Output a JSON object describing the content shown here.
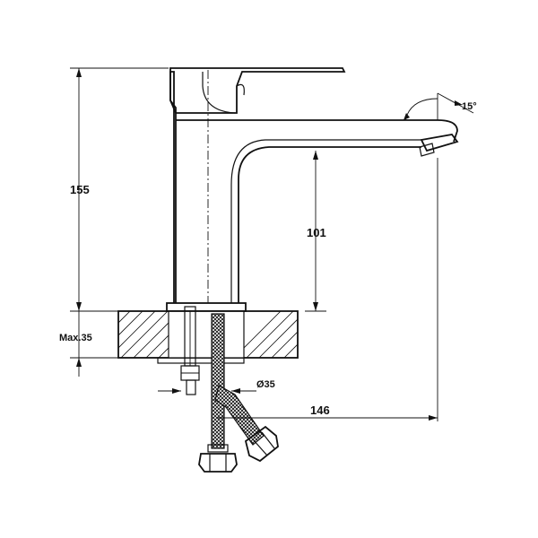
{
  "diagram": {
    "dimensions": {
      "height_total": "155",
      "spout_height": "101",
      "spout_reach": "146",
      "max_deck_thickness": "Max.35",
      "hole_diameter": "Ø35",
      "spout_angle": "15°"
    }
  }
}
